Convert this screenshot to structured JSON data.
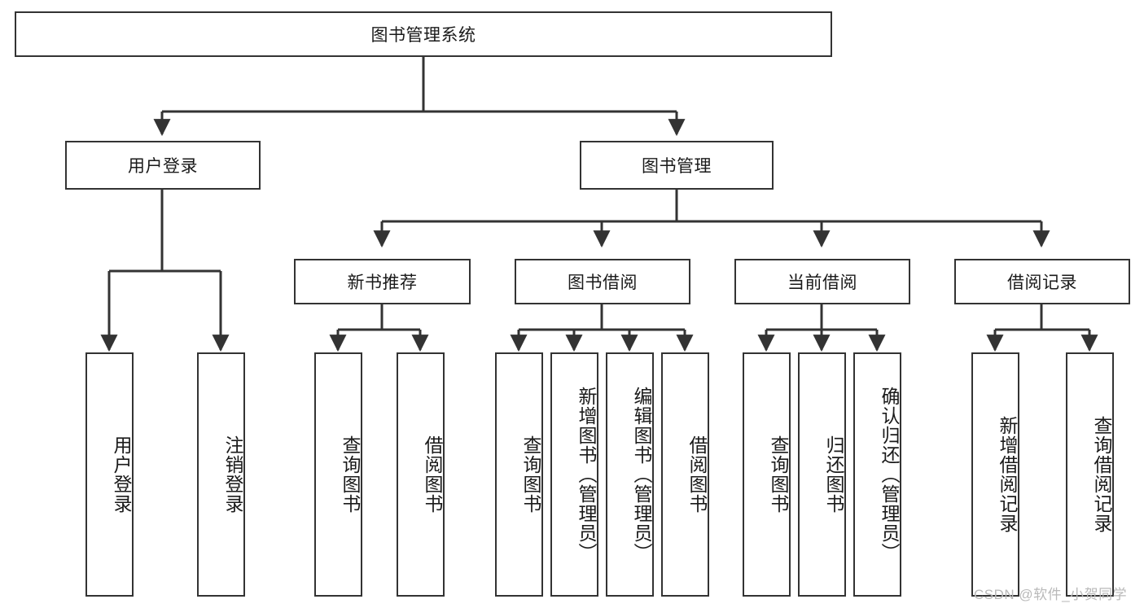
{
  "diagram": {
    "title": "图书管理系统",
    "type": "hierarchy-tree",
    "watermark": "CSDN @软件_小贺同学",
    "colors": {
      "stroke": "#333333",
      "fill": "#ffffff",
      "text": "#1a1a1a",
      "watermark": "#b9b9b9"
    },
    "levels": [
      {
        "level": 1,
        "nodes": [
          {
            "id": "root",
            "label": "图书管理系统",
            "orientation": "horizontal"
          }
        ]
      },
      {
        "level": 2,
        "nodes": [
          {
            "id": "user-login",
            "label": "用户登录",
            "orientation": "horizontal",
            "parent": "root"
          },
          {
            "id": "book-manage",
            "label": "图书管理",
            "orientation": "horizontal",
            "parent": "root"
          }
        ]
      },
      {
        "level": 3,
        "nodes": [
          {
            "id": "new-book-rec",
            "label": "新书推荐",
            "orientation": "horizontal",
            "parent": "book-manage"
          },
          {
            "id": "book-borrow",
            "label": "图书借阅",
            "orientation": "horizontal",
            "parent": "book-manage"
          },
          {
            "id": "current-borrow",
            "label": "当前借阅",
            "orientation": "horizontal",
            "parent": "book-manage"
          },
          {
            "id": "borrow-record",
            "label": "借阅记录",
            "orientation": "horizontal",
            "parent": "book-manage"
          }
        ]
      },
      {
        "level": 4,
        "nodes": [
          {
            "id": "leaf-user-login",
            "label": "用户登录",
            "orientation": "vertical",
            "parent": "user-login"
          },
          {
            "id": "leaf-logout",
            "label": "注销登录",
            "orientation": "vertical",
            "parent": "user-login"
          },
          {
            "id": "leaf-query-book-1",
            "label": "查询图书",
            "orientation": "vertical",
            "parent": "new-book-rec"
          },
          {
            "id": "leaf-borrow-book-1",
            "label": "借阅图书",
            "orientation": "vertical",
            "parent": "new-book-rec"
          },
          {
            "id": "leaf-query-book-2",
            "label": "查询图书",
            "orientation": "vertical",
            "parent": "book-borrow"
          },
          {
            "id": "leaf-add-book",
            "label": "新增图书（管理员）",
            "orientation": "vertical",
            "parent": "book-borrow"
          },
          {
            "id": "leaf-edit-book",
            "label": "编辑图书（管理员）",
            "orientation": "vertical",
            "parent": "book-borrow"
          },
          {
            "id": "leaf-borrow-book-2",
            "label": "借阅图书",
            "orientation": "vertical",
            "parent": "book-borrow"
          },
          {
            "id": "leaf-query-book-3",
            "label": "查询图书",
            "orientation": "vertical",
            "parent": "current-borrow"
          },
          {
            "id": "leaf-return-book",
            "label": "归还图书",
            "orientation": "vertical",
            "parent": "current-borrow"
          },
          {
            "id": "leaf-confirm-return",
            "label": "确认归还（管理员）",
            "orientation": "vertical",
            "parent": "current-borrow"
          },
          {
            "id": "leaf-add-record",
            "label": "新增借阅记录",
            "orientation": "vertical",
            "parent": "borrow-record"
          },
          {
            "id": "leaf-query-record",
            "label": "查询借阅记录",
            "orientation": "vertical",
            "parent": "borrow-record"
          }
        ]
      }
    ]
  }
}
